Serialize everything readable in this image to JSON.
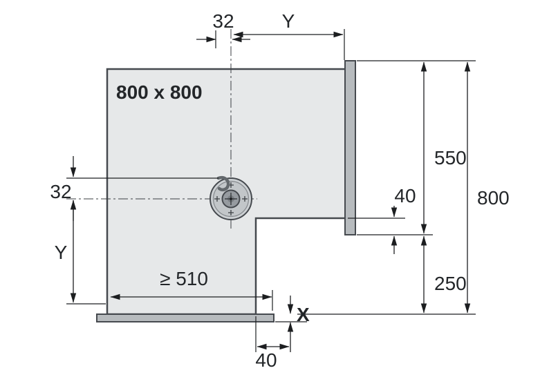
{
  "diagram": {
    "title": "800 x 800",
    "labels": {
      "top_offset": "32",
      "top_y": "Y",
      "right_length": "550",
      "right_overhang": "40",
      "right_total": "800",
      "right_lower": "250",
      "left_offset": "32",
      "left_y": "Y",
      "bottom_min_width": "≥ 510",
      "bottom_x": "X",
      "bottom_overhang": "40"
    },
    "colors": {
      "panel_fill": "#e6e8e9",
      "rail_fill": "#b7bbbe",
      "outline": "#45494e",
      "dim": "#1c1e20",
      "hinge_outer": "#ccd0d3",
      "hinge_ring": "#c2c6c9",
      "hinge_inner": "#969ba0"
    }
  }
}
